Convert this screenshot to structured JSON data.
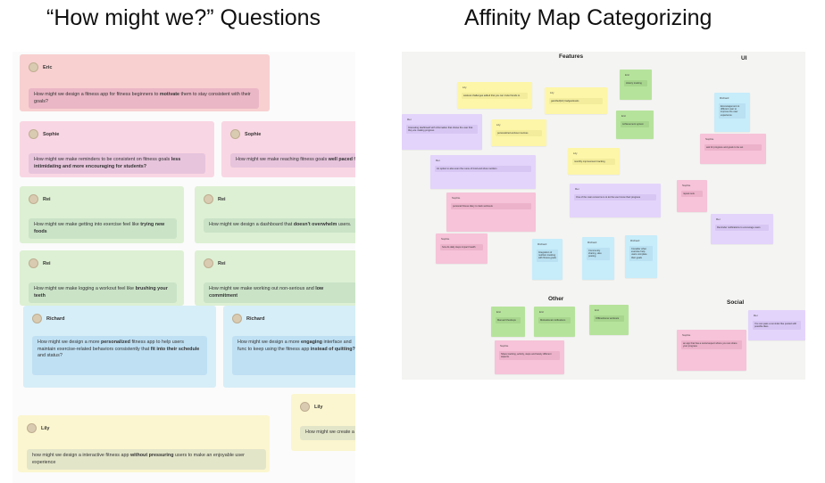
{
  "titles": {
    "left": "“How might we?” Questions",
    "right": "Affinity Map Categorizing"
  },
  "left_cards": [
    {
      "author": "Eric",
      "text": "How might we design a fitness app for fitness beginners to motivate them to stay consistent with their goals?"
    },
    {
      "author": "Sophie",
      "text": "How might we make reminders to be consistent on fitness goals less intimidating and more encouraging for students?"
    },
    {
      "author": "Sophie",
      "text": "How might we make reaching fitness goals well paced for a"
    },
    {
      "author": "Rei",
      "text": "How might we make getting into exercise feel like trying new foods"
    },
    {
      "author": "Rei",
      "text": "How might we design a dashboard that doesn't overwhelm users."
    },
    {
      "author": "Rei",
      "text": "How might we make logging a workout feel like brushing your teeth"
    },
    {
      "author": "Rei",
      "text": "How might we make working out non-serious and low commitment"
    },
    {
      "author": "Richard",
      "text": "How might we design a more personalized fitness app to help users maintain exercise-related behaviors consistently that fit into their schedule and status?"
    },
    {
      "author": "Richard",
      "text": "How might we design a more engaging interface and func to keep using the fitness app instead of quitting?"
    },
    {
      "author": "Lily",
      "text": "How might we create a c"
    },
    {
      "author": "Lily",
      "text": "how might we design a interactive fitness app without pressuring users to make an enjoyable user experience"
    }
  ],
  "categories": {
    "features": "Features",
    "ui": "UI",
    "other": "Other",
    "social": "Social"
  },
  "stickies": [
    {
      "name": "Lily",
      "text": "workout challenges added that you can invite friends to"
    },
    {
      "name": "Lily",
      "text": "gamified(ish) badges/levels"
    },
    {
      "name": "Eric",
      "text": "History tracking"
    },
    {
      "name": "Rei",
      "text": "Interesting dashboard with information that shows the user that they are making progress"
    },
    {
      "name": "Lily",
      "text": "personalized workout routines"
    },
    {
      "name": "Eric",
      "text": "Achievement system"
    },
    {
      "name": "Richard",
      "text": "Encouragement to different user to improve the user experience"
    },
    {
      "name": "Sophie",
      "text": "ask for progress and goals to be set"
    },
    {
      "name": "Lily",
      "text": "monthly improvement tracking"
    },
    {
      "name": "Rei",
      "text": "An option to also scan the menu of food and show nutrition"
    },
    {
      "name": "Rei",
      "text": "One of the main concerns is to let the user know their progress"
    },
    {
      "name": "Sophie",
      "text": "repeat sets"
    },
    {
      "name": "Sophie",
      "text": "personal fitness diary to track workouts"
    },
    {
      "name": "Rei",
      "text": "Reminder notifications to encourage users"
    },
    {
      "name": "Sophie",
      "text": "how do daily steps impact health"
    },
    {
      "name": "Richard",
      "text": "Integration of nutrition tracking with fitness goals"
    },
    {
      "name": "Richard",
      "text": "Community sharing, also posting"
    },
    {
      "name": "Richard",
      "text": "Consider what exercise help users complete their goals"
    },
    {
      "name": "Eric",
      "text": "Manual Checkups"
    },
    {
      "name": "Eric",
      "text": "Motivational notifications"
    },
    {
      "name": "Eric",
      "text": "Offline/Home workouts"
    },
    {
      "name": "Rei",
      "text": "You can pass a reminder like posted with possible likes"
    },
    {
      "name": "Sophie",
      "text": "Share tracking, activity, steps and barely different aspects"
    },
    {
      "name": "Sophie",
      "text": "an app that has a social aspect where you can share your progress"
    }
  ]
}
